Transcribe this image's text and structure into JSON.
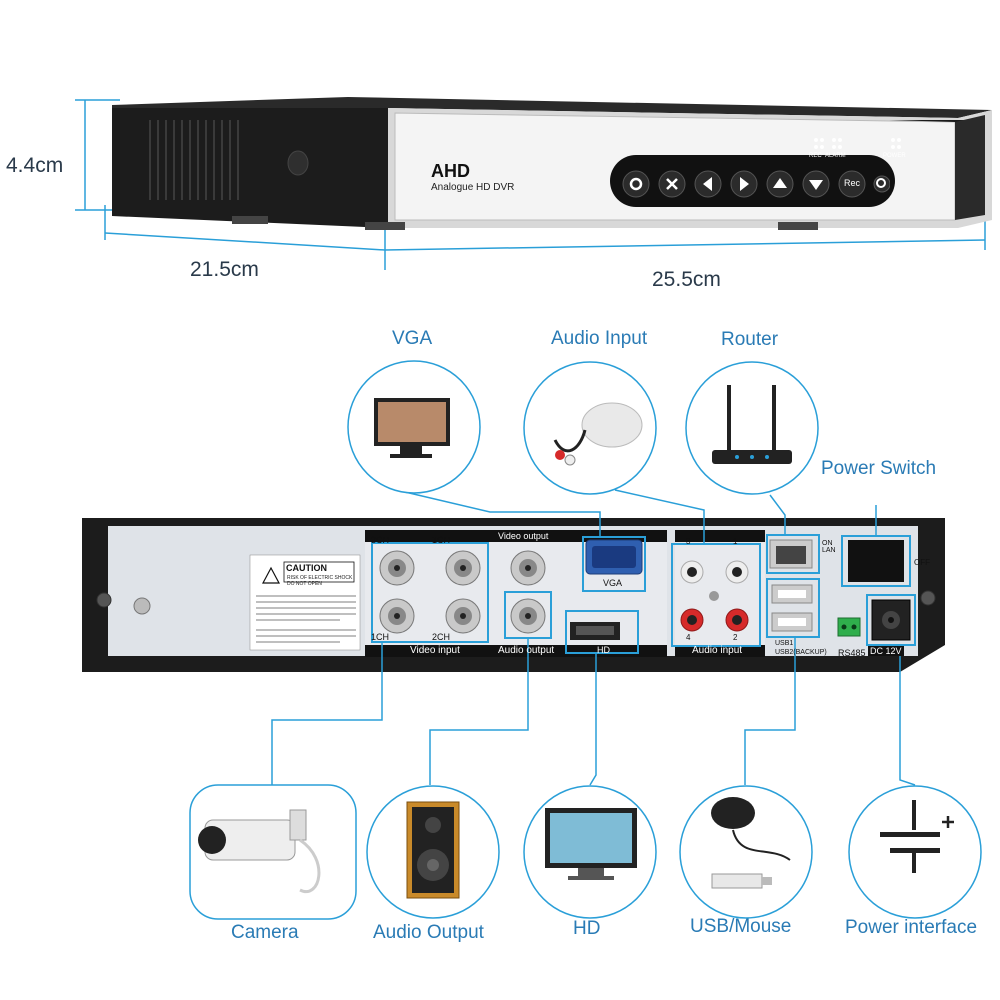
{
  "dimensions": {
    "height_label": "4.4cm",
    "depth_label": "21.5cm",
    "width_label": "25.5cm"
  },
  "front_panel": {
    "brand": "AHD",
    "subtitle": "Analogue HD DVR",
    "led_labels": [
      "REC",
      "ALARM",
      "POWER"
    ],
    "button_icons": [
      "settings-icon",
      "close-icon",
      "left-arrow-icon",
      "right-arrow-icon",
      "up-arrow-icon",
      "down-arrow-icon",
      "rec-icon",
      "search-icon"
    ],
    "rec_button_text": "Rec"
  },
  "rear_panel": {
    "caution_title": "CAUTION",
    "caution_sub": "RISK OF ELECTRIC SHOCK DO NOT OPEN",
    "ch_labels": [
      "3CH",
      "1CH",
      "1CH",
      "2CH"
    ],
    "video_input_label": "Video input",
    "video_output_label": "Video output",
    "audio_output_label": "Audio output",
    "vga_label": "VGA",
    "hdmi_label": "HD",
    "audio_input_label": "Audio input",
    "audio_nums": [
      "3",
      "1",
      "4",
      "2"
    ],
    "on_lan": "ON LAN",
    "usb_labels": [
      "USB1",
      "USB2(BACKUP)"
    ],
    "rs485": "RS485",
    "dc": "DC 12V",
    "off": "OFF"
  },
  "callouts": {
    "vga": "VGA",
    "audio_input": "Audio Input",
    "router": "Router",
    "power_switch": "Power Switch",
    "camera": "Camera",
    "audio_output": "Audio Output",
    "hd": "HD",
    "usb_mouse": "USB/Mouse",
    "power_interface": "Power interface"
  },
  "colors": {
    "accent": "#2a9fd8",
    "callout_text": "#2a7bb5",
    "device_black": "#1a1a1a"
  }
}
